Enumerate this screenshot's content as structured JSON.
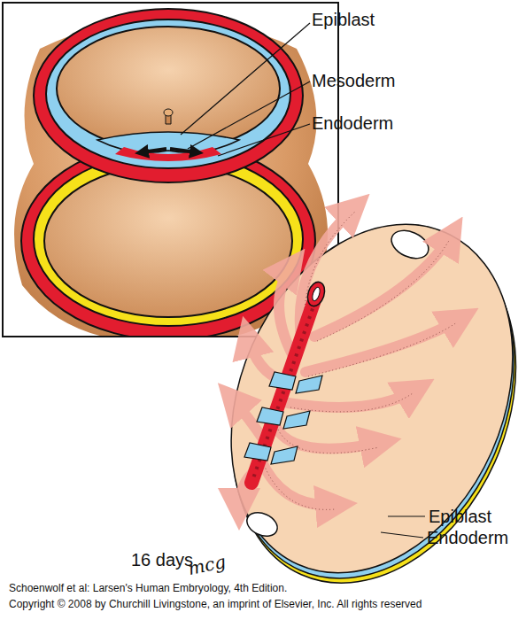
{
  "diagram": {
    "labels": [
      "Epiblast",
      "Mesoderm",
      "Endoderm",
      "Epiblast",
      "Endoderm",
      "16 days",
      "mcg",
      "Schoenwolf et al: Larsen's Human Embryology, 4th Edition.",
      "Copyright © 2008 by Churchill Livingstone, an imprint of Elsevier, Inc. All rights reserved"
    ]
  }
}
